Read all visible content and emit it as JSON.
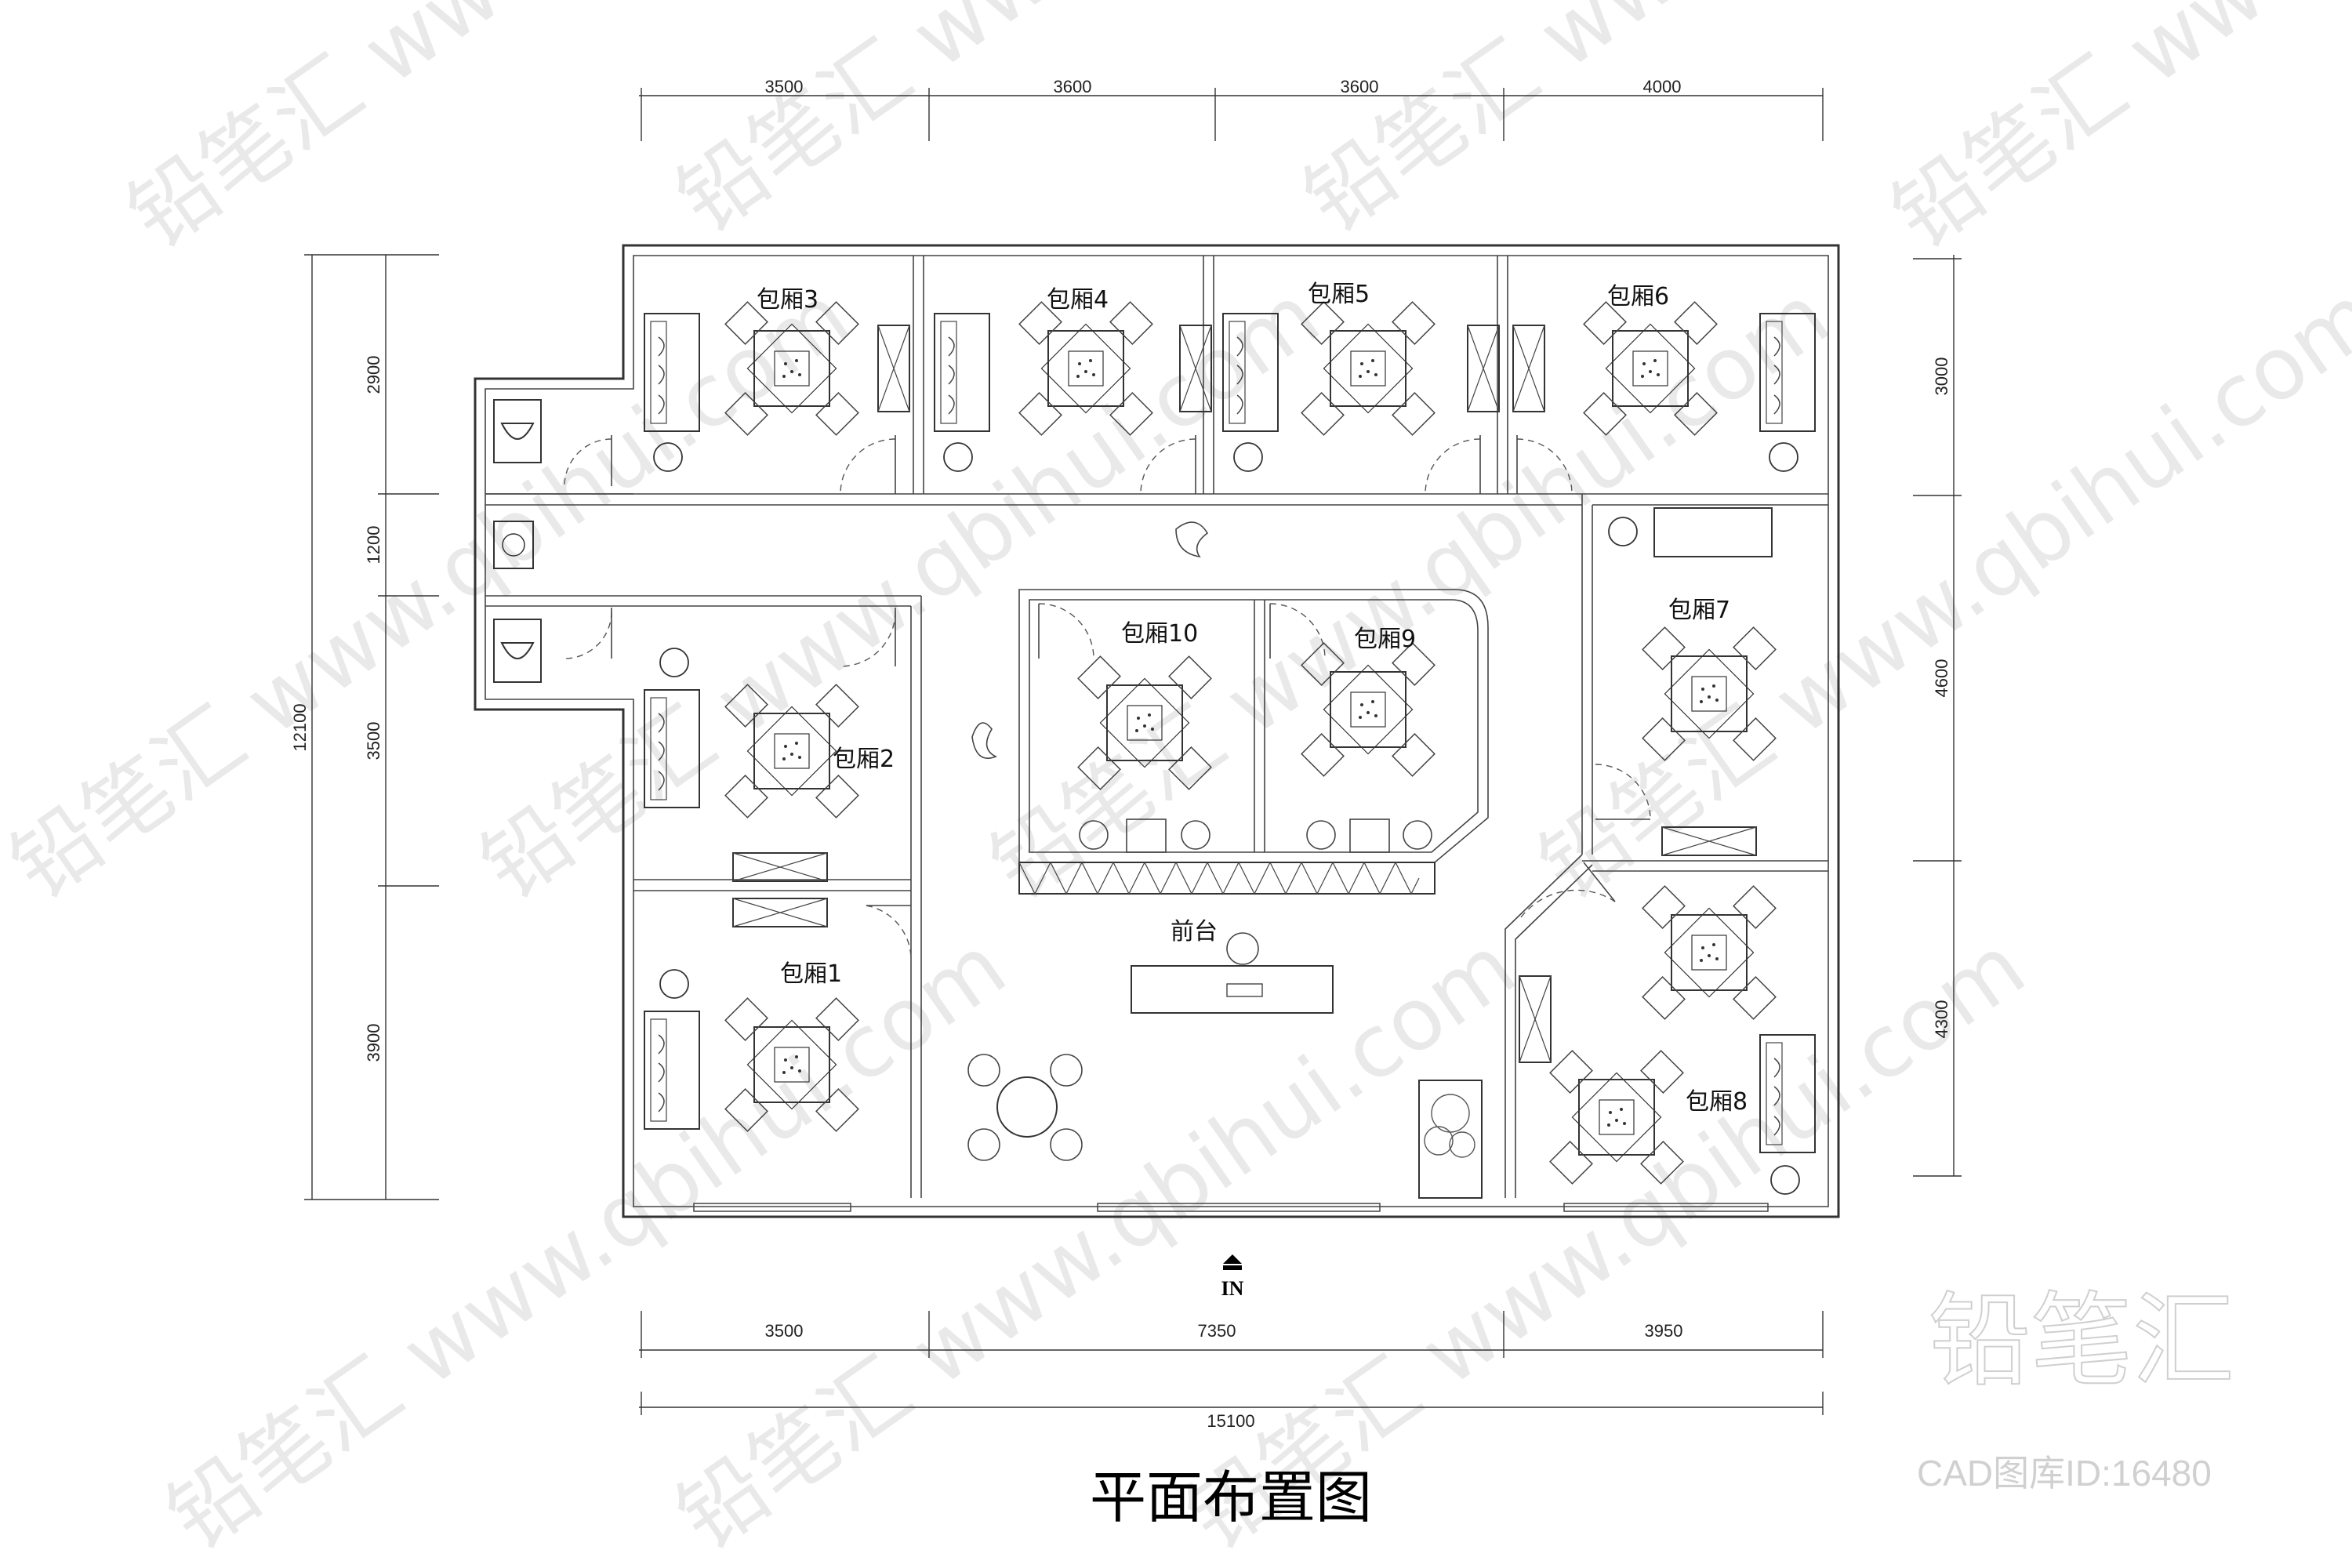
{
  "title": "平面布置图",
  "entrance_label": "IN",
  "reception_label": "前台",
  "rooms": {
    "r1": "包厢1",
    "r2": "包厢2",
    "r3": "包厢3",
    "r4": "包厢4",
    "r5": "包厢5",
    "r6": "包厢6",
    "r7": "包厢7",
    "r8": "包厢8",
    "r9": "包厢9",
    "r10": "包厢10"
  },
  "dimensions": {
    "top": [
      "3500",
      "3600",
      "3600",
      "4000"
    ],
    "bottom": [
      "3500",
      "7350",
      "3950"
    ],
    "overall_width": "15100",
    "left": [
      "2900",
      "1200",
      "3500",
      "3900"
    ],
    "overall_height": "12100",
    "right": [
      "3000",
      "4600",
      "4300"
    ]
  },
  "watermark": {
    "brand": "铅笔汇",
    "cad_id": "CAD图库ID:16480"
  },
  "colors": {
    "line": "#333333",
    "watermark": "#d8d8d8"
  }
}
